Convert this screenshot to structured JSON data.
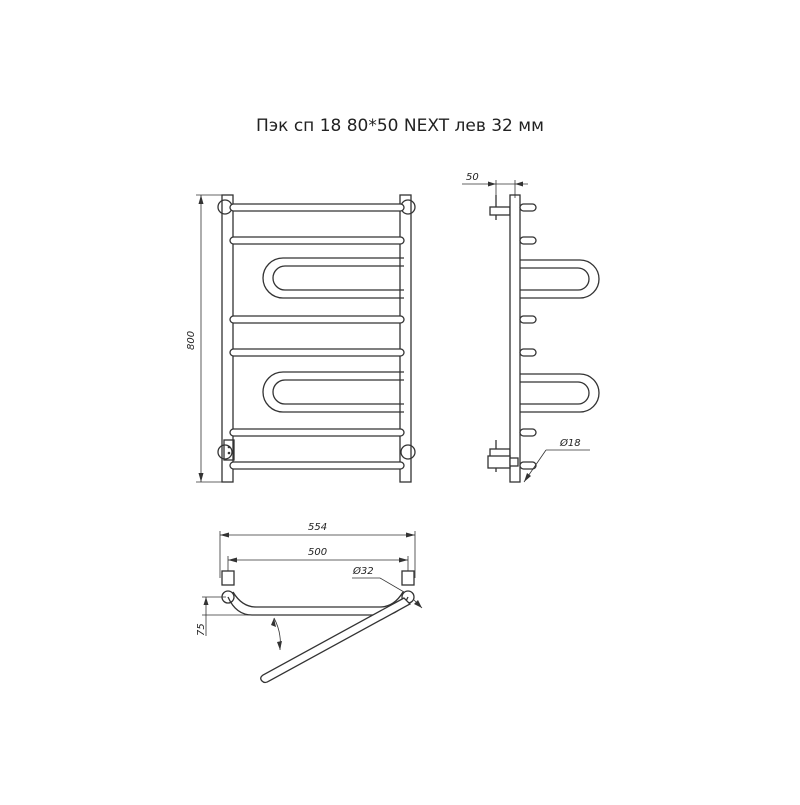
{
  "title": "Пэк сп 18 80*50 NEXT лев 32 мм",
  "dimensions": {
    "height": "800",
    "depth": "50",
    "tube_diameter": "Ø18",
    "overall_width": "554",
    "axis_width": "500",
    "inlet_diameter": "Ø32",
    "offset": "75"
  },
  "colors": {
    "line": "#333333",
    "background": "#ffffff"
  }
}
